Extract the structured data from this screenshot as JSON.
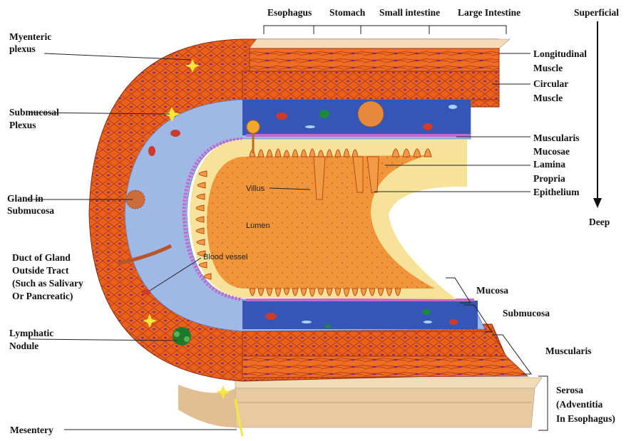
{
  "regions": [
    "Esophagus",
    "Stomach",
    "Small intestine",
    "Large Intestine"
  ],
  "axis": {
    "top": "Superficial",
    "bottom": "Deep"
  },
  "left_labels": {
    "myenteric_1": "Myenteric",
    "myenteric_2": "plexus",
    "submucosal_1": "Submucosal",
    "submucosal_2": "Plexus",
    "gland_1": "Gland in",
    "gland_2": "Submucosa",
    "duct_1": "Duct of Gland",
    "duct_2": "Outside Tract",
    "duct_3": "(Such as Salivary",
    "duct_4": "Or Pancreatic)",
    "lymph_1": "Lymphatic",
    "lymph_2": "Nodule",
    "mesentery": "Mesentery"
  },
  "right_labels": {
    "longitudinal_1": "Longitudinal",
    "longitudinal_2": "Muscle",
    "circular_1": "Circular",
    "circular_2": "Muscle",
    "muscularis_mucosae_1": "Muscularis",
    "muscularis_mucosae_2": "Mucosae",
    "lamina_1": "Lamina",
    "lamina_2": "Propria",
    "epithelium": "Epithelium"
  },
  "bracket_labels": {
    "mucosa": "Mucosa",
    "submucosa": "Submucosa",
    "muscularis": "Muscularis",
    "serosa_1": "Serosa",
    "serosa_2": "(Adventitia",
    "serosa_3": "In Esophagus)"
  },
  "inner_labels": {
    "villus": "Villus",
    "lumen": "Lumen",
    "blood_vessel": "Blood vessel"
  },
  "colors": {
    "muscle": "#e8621e",
    "muscle_dark": "#c8421a",
    "submucosa": "#9fb8e6",
    "submucosa_dark": "#2f4fb0",
    "lamina": "#f7e29a",
    "lumen": "#f0953a",
    "serosa": "#e8c9a0",
    "mucosae_line": "#c06acb"
  }
}
